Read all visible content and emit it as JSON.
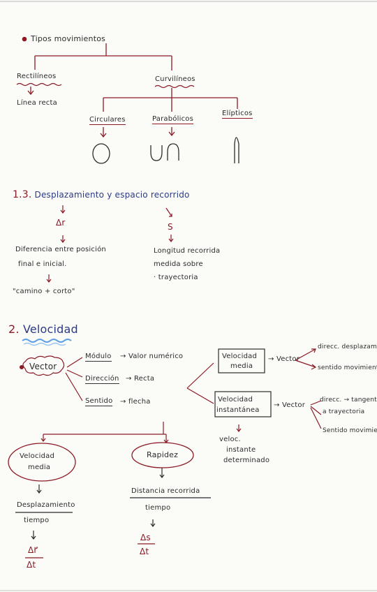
{
  "section_types": {
    "title": "Tipos movimientos",
    "rectilineos": "Rectilíneos",
    "linea_recta": "Línea recta",
    "curvilineos": "Curvilíneos",
    "circulares": "Circulares",
    "parabolicos": "Parabólicos",
    "elipticos": "Elípticos"
  },
  "section_13": {
    "title": "1.3. Desplazamiento y espacio recorrido",
    "delta_r": "Δr",
    "s_symbol": "S",
    "diff_line1": "Diferencia entre posición",
    "diff_line2": "final e inicial.",
    "camino": "\"camino + corto\"",
    "long_line1": "Longitud recorrida",
    "long_line2": "medida sobre",
    "long_line3": "· trayectoria"
  },
  "section_2": {
    "title": "2. Velocidad",
    "vector": "Vector",
    "modulo": "Módulo",
    "valor": "→ Valor numérico",
    "direccion": "Dirección",
    "recta": "→ Recta",
    "sentido": "Sentido",
    "flecha": "→ flecha",
    "vm_box_l1": "Velocidad",
    "vm_box_l2": "media",
    "vm_vector": "→ Vector",
    "vm_direc": "direcc. desplazam.",
    "vm_sentido": "sentido movimiento",
    "vi_box_l1": "Velocidad",
    "vi_box_l2": "instantánea",
    "vi_vector": "→ Vector",
    "vi_direc": "direcc. → tangente",
    "vi_tray": "a trayectoria",
    "vi_sentido": "Sentido movimiento",
    "veloc_l1": "veloc.",
    "veloc_l2": "instante",
    "veloc_l3": "determinado",
    "vm_oval_l1": "Velocidad",
    "vm_oval_l2": "media",
    "rapidez": "Rapidez",
    "desplaz": "Desplazamiento",
    "tiempo1": "tiempo",
    "delta_r_frac": "Δr⃗",
    "delta_t1": "Δt",
    "distancia": "Distancia recorrida",
    "tiempo2": "tiempo",
    "delta_s": "Δs",
    "delta_t2": "Δt"
  }
}
